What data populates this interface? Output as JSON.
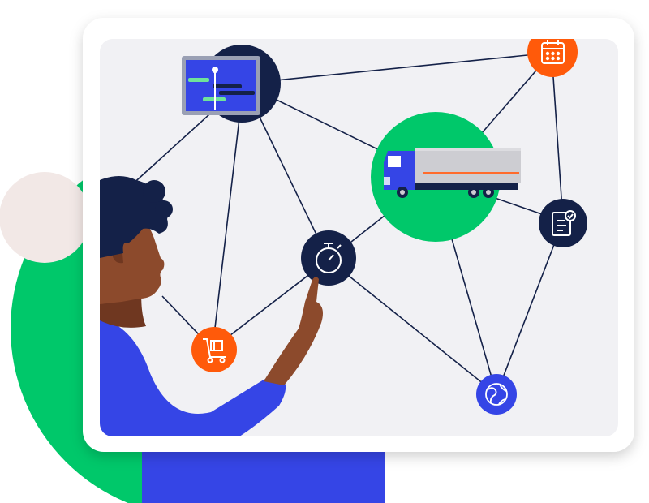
{
  "colors": {
    "brand_green": "#00c86a",
    "brand_blue": "#3545e6",
    "navy": "#142148",
    "orange": "#ff5a0a",
    "panel": "#f1f1f4",
    "frame": "#ffffff",
    "blush": "#f2e8e6",
    "skin": "#8c4a2c",
    "skin_shadow": "#6f3720",
    "truck_box": "#cdcdd2",
    "truck_stripe": "#ff6b2c"
  },
  "icons": {
    "gantt": "gantt-chart-icon",
    "calendar": "calendar-icon",
    "truck": "truck-icon",
    "stopwatch": "stopwatch-icon",
    "checklist": "checklist-document-icon",
    "cart": "hand-truck-icon",
    "globe": "globe-icon"
  },
  "nodes": [
    {
      "id": "gantt",
      "icon": "gantt-chart-icon",
      "fill": "#142148"
    },
    {
      "id": "calendar",
      "icon": "calendar-icon",
      "fill": "#ff5a0a"
    },
    {
      "id": "truck",
      "icon": "truck-icon",
      "fill": "#00c86a"
    },
    {
      "id": "stopwatch",
      "icon": "stopwatch-icon",
      "fill": "#142148"
    },
    {
      "id": "checklist",
      "icon": "checklist-document-icon",
      "fill": "#142148"
    },
    {
      "id": "cart",
      "icon": "hand-truck-icon",
      "fill": "#ff5a0a"
    },
    {
      "id": "globe",
      "icon": "globe-icon",
      "fill": "#3545e6"
    }
  ]
}
